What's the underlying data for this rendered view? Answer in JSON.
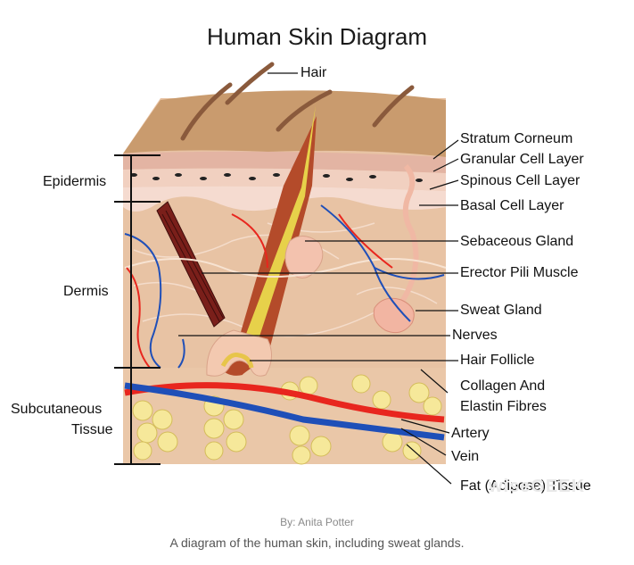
{
  "title": "Human Skin Diagram",
  "labels": {
    "hair": "Hair",
    "stratum_corneum": "Stratum Corneum",
    "granular_cell_layer": "Granular Cell Layer",
    "spinous_cell_layer": "Spinous Cell Layer",
    "basal_cell_layer": "Basal Cell Layer",
    "sebaceous_gland": "Sebaceous Gland",
    "erector_pili_muscle": "Erector Pili Muscle",
    "sweat_gland": "Sweat Gland",
    "nerves": "Nerves",
    "hair_follicle": "Hair Follicle",
    "collagen_line1": "Collagen And",
    "collagen_line2": "Elastin Fibres",
    "artery": "Artery",
    "vein": "Vein",
    "fat": "Fat (Adipose) Tissue"
  },
  "layers": {
    "epidermis": "Epidermis",
    "dermis": "Dermis",
    "subcutaneous_line1": "Subcutaneous",
    "subcutaneous_line2": "Tissue"
  },
  "watermark": "wiseGEEK",
  "credit": "By: Anita Potter",
  "caption": "A diagram of the human skin, including sweat glands.",
  "colors": {
    "skin_top": "#c99b6e",
    "dermis": "#e8c3a4",
    "epidermis": "#f3d4c4",
    "fat": "#f6e89a",
    "artery": "#e8261e",
    "vein": "#1f4fb8",
    "hair": "#8a5a3c",
    "hair_follicle": "#f2d66a"
  }
}
